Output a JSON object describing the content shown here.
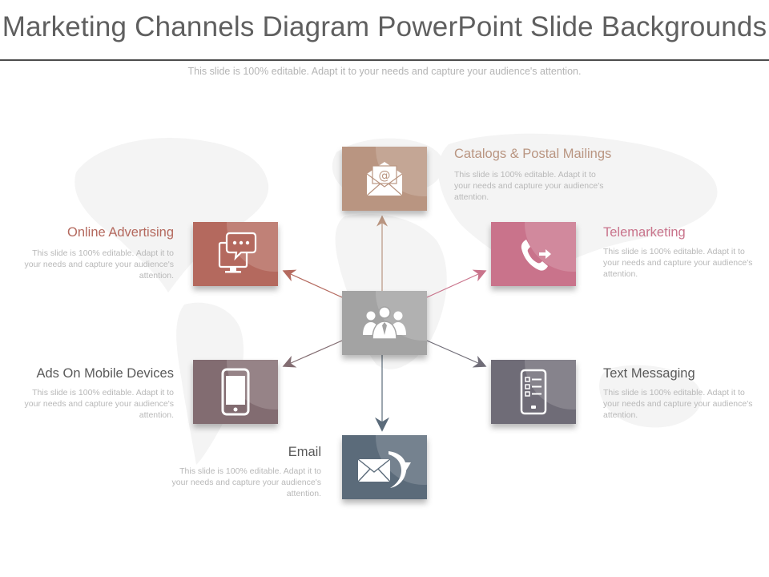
{
  "slide": {
    "title": "Marketing Channels Diagram PowerPoint Slide Backgrounds",
    "subtitle": "This slide is 100% editable. Adapt it to your needs and capture your audience's attention."
  },
  "colors": {
    "catalogs": "#b99581",
    "telemarketing": "#c9738b",
    "online": "#b4695e",
    "mobile": "#826c71",
    "text_messaging": "#6f6c77",
    "email": "#5b6b7a",
    "center": "#a3a3a3"
  },
  "center": {
    "icon": "people-group-icon"
  },
  "channels": [
    {
      "key": "catalogs",
      "title": "Catalogs & Postal Mailings",
      "icon": "at-envelope-icon",
      "description": "This slide is 100% editable. Adapt it to your needs and capture your audience's attention.",
      "color": "#b99581"
    },
    {
      "key": "telemarketing",
      "title": "Telemarketing",
      "icon": "phone-icon",
      "description": "This slide is 100% editable. Adapt it to your needs and capture your audience's attention.",
      "color": "#c9738b"
    },
    {
      "key": "online",
      "title": "Online Advertising",
      "icon": "monitor-chat-icon",
      "description": "This slide is 100% editable. Adapt it to your needs and capture your audience's attention.",
      "color": "#b4695e"
    },
    {
      "key": "mobile",
      "title": "Ads On Mobile Devices",
      "icon": "smartphone-icon",
      "description": "This slide is 100% editable. Adapt it to your needs and capture your audience's attention.",
      "color": "#826c71"
    },
    {
      "key": "text_messaging",
      "title": "Text Messaging",
      "icon": "checklist-phone-icon",
      "description": "This slide is 100% editable. Adapt it to your needs and capture your audience's attention.",
      "color": "#6f6c77"
    },
    {
      "key": "email",
      "title": "Email",
      "icon": "envelope-arrow-icon",
      "description": "This slide is 100% editable. Adapt it to your needs and capture your audience's attention.",
      "color": "#5b6b7a"
    }
  ]
}
